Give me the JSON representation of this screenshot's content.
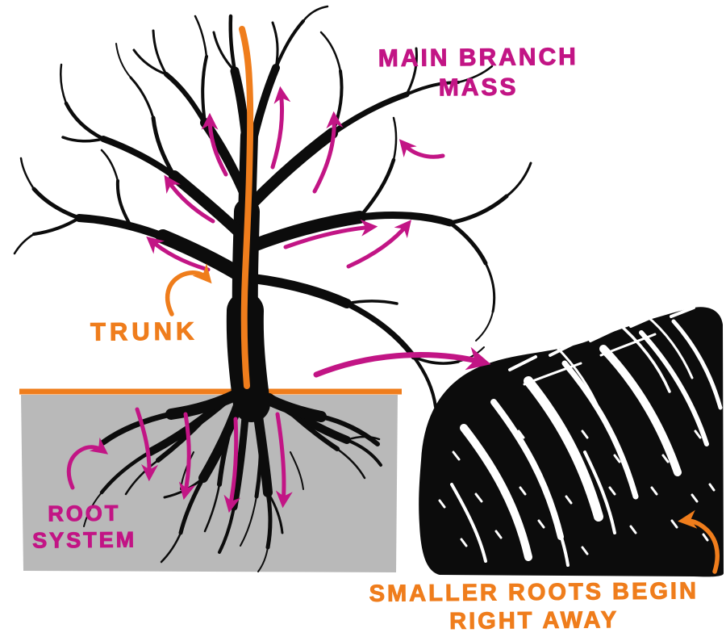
{
  "colors": {
    "magenta": "#c21585",
    "orange": "#ef7d1c",
    "ground_gray": "#b9b9b9",
    "ink": "#0c0c0c",
    "background": "#ffffff"
  },
  "labels": {
    "main_branch_mass": {
      "line1": "MAIN BRANCH",
      "line2": "MASS"
    },
    "trunk": {
      "text": "TRUNK"
    },
    "root_system": {
      "line1": "ROOT",
      "line2": "SYSTEM"
    },
    "smaller_roots": {
      "line1": "SMALLER ROOTS BEGIN",
      "line2": "RIGHT AWAY"
    }
  },
  "annotations": {
    "arrows": [
      {
        "name": "canopy-flow-arrows",
        "color": "#c21585",
        "direction": "upward/outward through branches"
      },
      {
        "name": "root-flow-arrows",
        "color": "#c21585",
        "direction": "downward through roots"
      },
      {
        "name": "closeup-pointer-arrow",
        "color": "#c21585",
        "direction": "from tree base to root close-up"
      },
      {
        "name": "trunk-arrow-icon",
        "color": "#ef7d1c"
      },
      {
        "name": "root-system-arrow-icon",
        "color": "#c21585"
      },
      {
        "name": "smaller-roots-arrow-icon",
        "color": "#ef7d1c"
      }
    ],
    "illustration": "hand-drawn tree silhouette with root close-up detail"
  }
}
